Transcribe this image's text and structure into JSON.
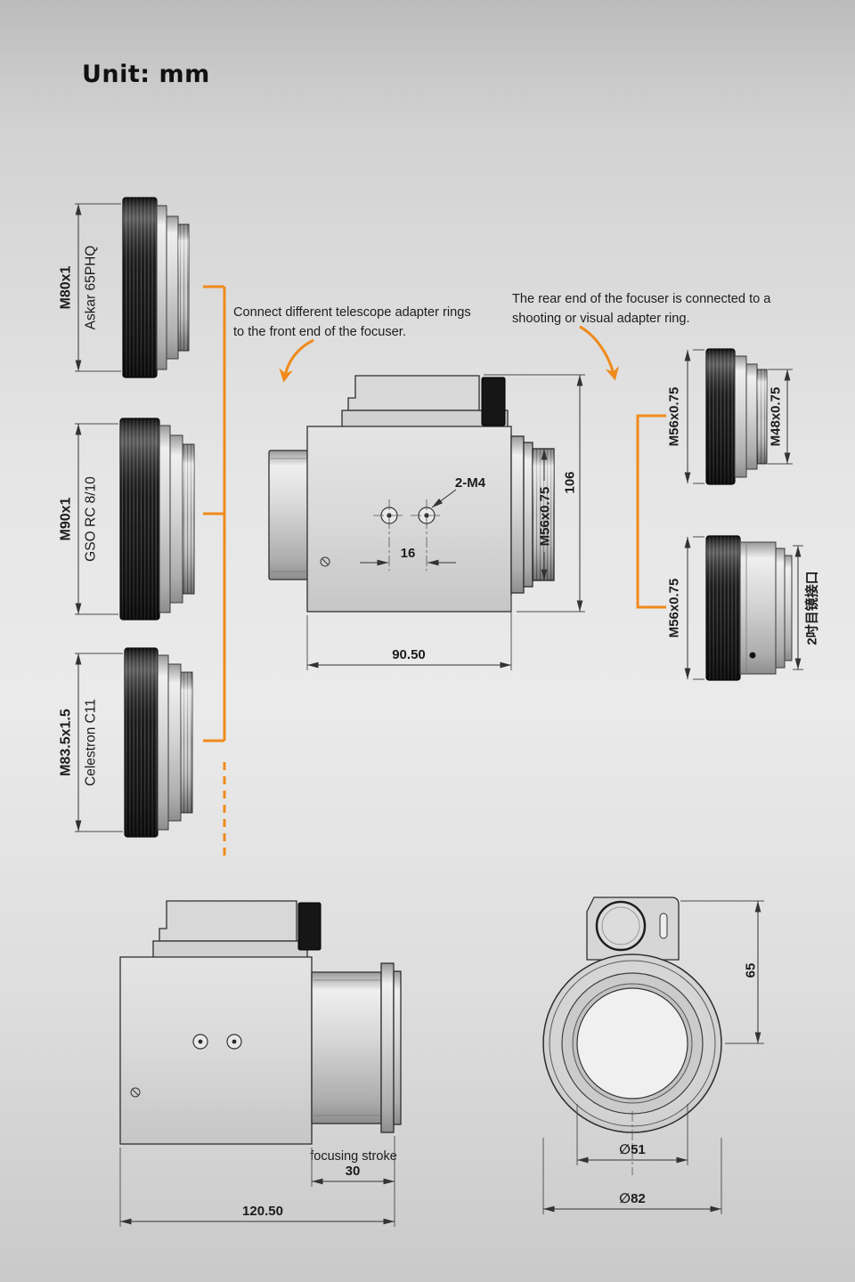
{
  "unit_label": "Unit: mm",
  "notes": {
    "front": "Connect different telescope adapter rings to the front end of the focuser.",
    "rear": "The rear end of the focuser is connected to a shooting or visual adapter ring."
  },
  "front_adapters": [
    {
      "thread": "M80x1",
      "telescope": "Askar 65PHQ"
    },
    {
      "thread": "M90x1",
      "telescope": "GSO RC 8/10"
    },
    {
      "thread": "M83.5x1.5",
      "telescope": "Celestron C11"
    }
  ],
  "rear_adapters": [
    {
      "front_thread": "M56x0.75",
      "rear_thread": "M48x0.75"
    },
    {
      "front_thread": "M56x0.75",
      "rear_thread": "2吋目镜接口"
    }
  ],
  "focuser_side": {
    "holes_label": "2-M4",
    "hole_spacing": "16",
    "rear_thread": "M56x0.75",
    "height": "106",
    "length": "90.50"
  },
  "focuser_extended": {
    "stroke_label": "focusing stroke",
    "stroke": "30",
    "total_length": "120.50"
  },
  "focuser_front": {
    "bracket_height": "65",
    "inner_diameter": "∅51",
    "outer_diameter": "∅82"
  },
  "colors": {
    "accent": "#F08A1C",
    "line": "#333333"
  }
}
